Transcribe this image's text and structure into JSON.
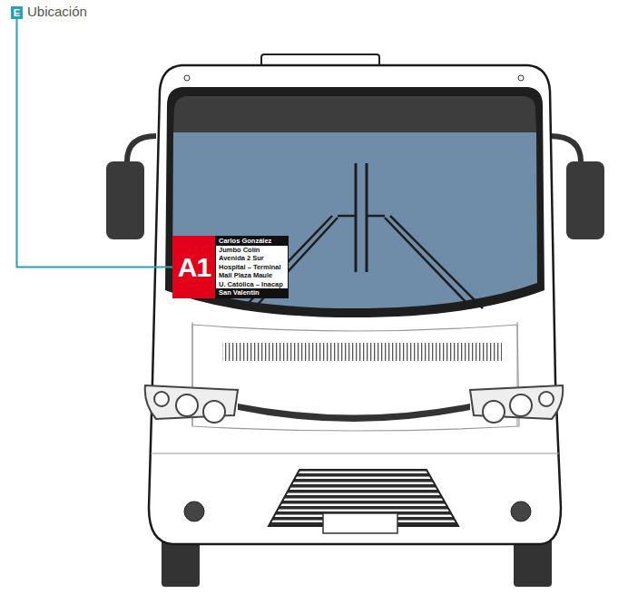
{
  "diagram": {
    "nodes": [
      {
        "text": [
          "E",
          "Ubicación"
        ]
      },
      {
        "text": [
          "A1"
        ]
      },
      {
        "text": [
          "Carlos González",
          "Jumbo Colín",
          "Avenida 2 Sur",
          "Hospital – Terminal",
          "Mall Plaza Maule",
          "U. Católica – Inacap",
          "San Valentín"
        ]
      }
    ],
    "edges": [
      {
        "from": 0,
        "to": 1,
        "arrow": "none"
      }
    ]
  }
}
